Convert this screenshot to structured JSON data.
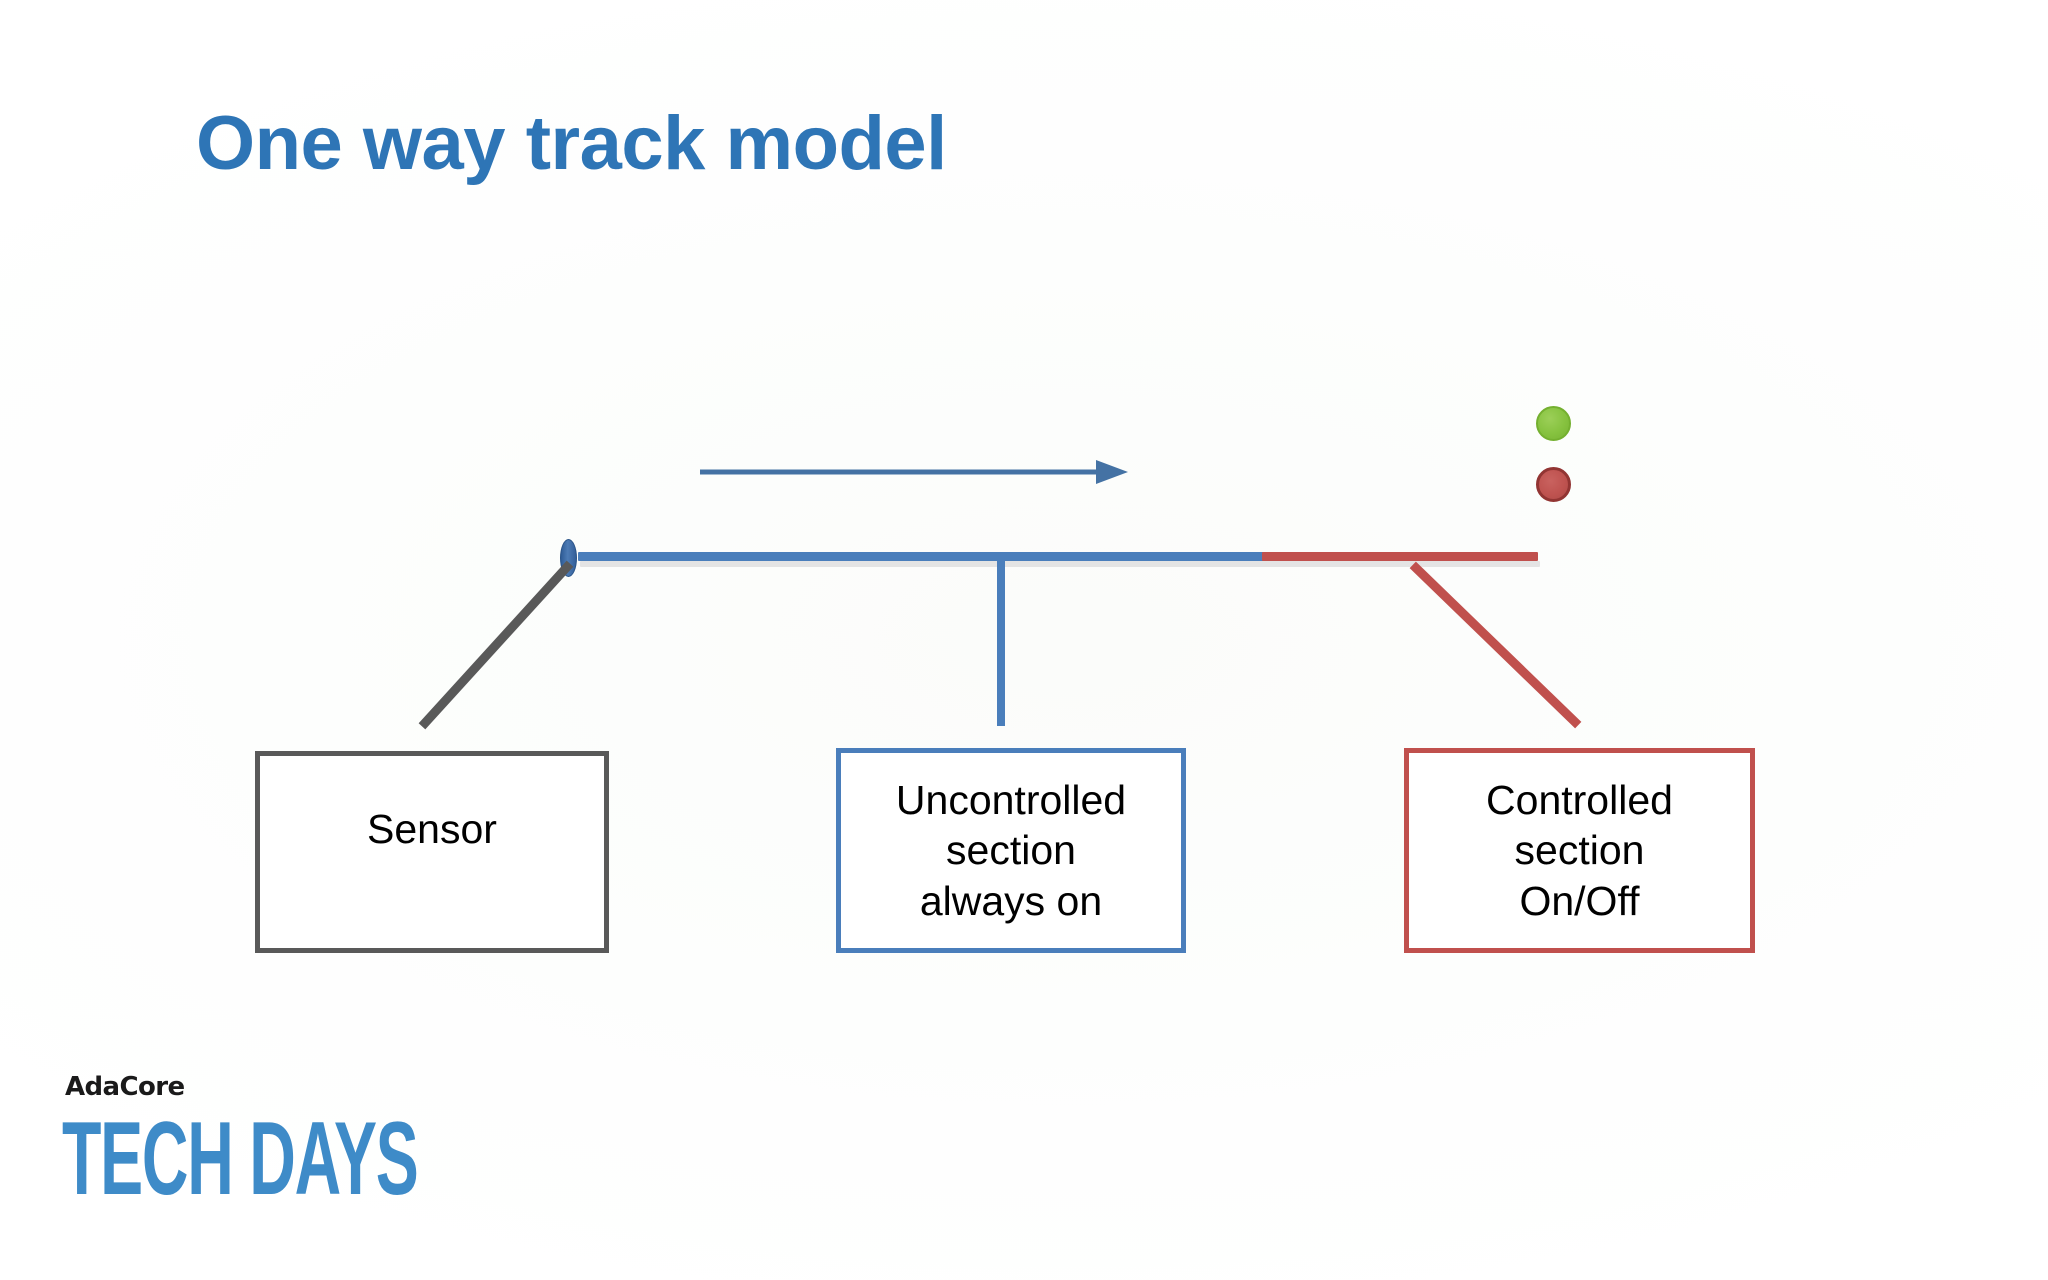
{
  "slide": {
    "title": "One way track model",
    "title_color": "#2E75B6",
    "background_color": "#FFFFFF"
  },
  "diagram": {
    "track": {
      "uncontrolled_segment_color": "#4A7EBB",
      "controlled_segment_color": "#C0504D",
      "shadow_color": "#E4E4E4",
      "sensor_marker": "sensor-ellipse",
      "direction_arrow": "right-arrow",
      "direction_arrow_color": "#4472A4"
    },
    "signals": [
      {
        "name": "green-light",
        "color": "#86C23F",
        "state": "green"
      },
      {
        "name": "red-light",
        "color": "#BF5350",
        "state": "red"
      }
    ],
    "connectors": [
      {
        "name": "sensor-connector",
        "color": "#595959"
      },
      {
        "name": "uncontrolled-connector",
        "color": "#4A7EBB"
      },
      {
        "name": "controlled-connector",
        "color": "#C0504D"
      }
    ],
    "boxes": [
      {
        "id": "sensor",
        "border_color": "#595959",
        "lines": [
          "Sensor"
        ]
      },
      {
        "id": "uncontrolled",
        "border_color": "#4A7EBB",
        "lines": [
          "Uncontrolled",
          "section",
          "always on"
        ]
      },
      {
        "id": "controlled",
        "border_color": "#C0504D",
        "lines": [
          "Controlled",
          "section",
          "On/Off"
        ]
      }
    ]
  },
  "logo": {
    "brand": "AdaCore",
    "event": "TECH DAYS",
    "event_color": "#3E8BC8"
  }
}
